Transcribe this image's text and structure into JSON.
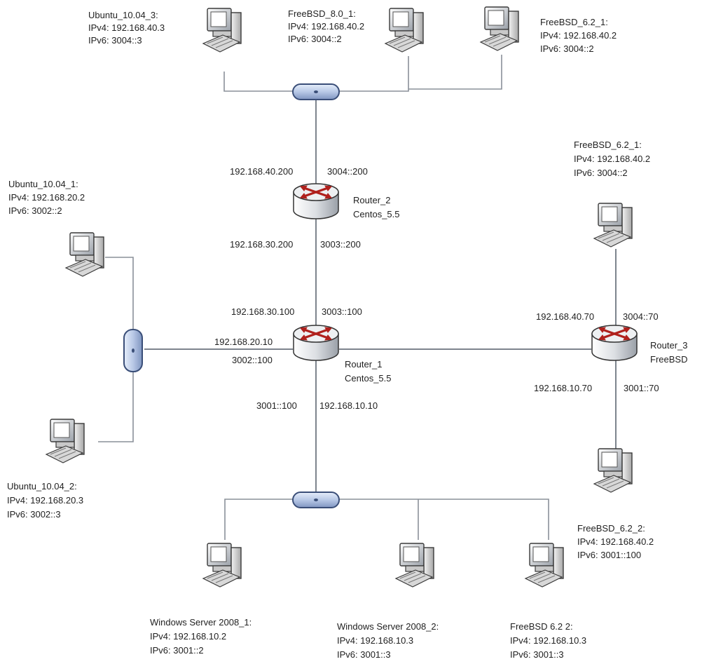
{
  "colors": {
    "background": "#ffffff",
    "link": "#8a9099",
    "hub_fill": "#b8c8e6",
    "hub_stroke": "#3a4e78",
    "router_body": "#d9dce0",
    "router_arrow": "#b0201c",
    "computer": "#d4d4d4",
    "text": "#222222"
  },
  "icons": {
    "computer": "desktop-computer-icon",
    "router": "router-icon",
    "hub": "network-hub-icon"
  },
  "hosts": [
    {
      "id": "host-ubuntu-10-04-3",
      "lines": [
        "Ubuntu_10.04_3:",
        "IPv4: 192.168.40.3",
        "IPv6: 3004::3"
      ]
    },
    {
      "id": "host-freebsd-8-0-1",
      "lines": [
        "FreeBSD_8.0_1:",
        "IPv4: 192.168.40.2",
        "IPv6: 3004::2"
      ]
    },
    {
      "id": "host-freebsd-6-2-1-top",
      "lines": [
        "FreeBSD_6.2_1:",
        "IPv4: 192.168.40.2",
        "IPv6: 3004::2"
      ]
    },
    {
      "id": "host-freebsd-6-2-1-right",
      "lines": [
        "FreeBSD_6.2_1:",
        "IPv4: 192.168.40.2",
        "IPv6: 3004::2"
      ]
    },
    {
      "id": "host-ubuntu-10-04-1",
      "lines": [
        "Ubuntu_10.04_1:",
        "IPv4: 192.168.20.2",
        "IPv6: 3002::2"
      ]
    },
    {
      "id": "host-ubuntu-10-04-2",
      "lines": [
        "Ubuntu_10.04_2:",
        "IPv4: 192.168.20.3",
        "IPv6: 3002::3"
      ]
    },
    {
      "id": "host-freebsd-6-2-2-right",
      "lines": [
        "FreeBSD_6.2_2:",
        "IPv4: 192.168.40.2",
        "IPv6: 3001::100"
      ]
    },
    {
      "id": "host-windows-server-2008-1",
      "lines": [
        "Windows Server 2008_1:",
        "IPv4: 192.168.10.2",
        "IPv6: 3001::2"
      ]
    },
    {
      "id": "host-windows-server-2008-2",
      "lines": [
        "Windows Server 2008_2:",
        "IPv4: 192.168.10.3",
        "IPv6: 3001::3"
      ]
    },
    {
      "id": "host-freebsd-6-2-2-bottom",
      "lines": [
        "FreeBSD 6.2 2:",
        "IPv4: 192.168.10.3",
        "IPv6: 3001::3"
      ]
    }
  ],
  "routers": [
    {
      "id": "router-2",
      "lines": [
        "Router_2",
        "Centos_5.5"
      ]
    },
    {
      "id": "router-1",
      "lines": [
        "Router_1",
        "Centos_5.5"
      ]
    },
    {
      "id": "router-3",
      "lines": [
        "Router_3",
        "FreeBSD"
      ]
    }
  ],
  "interfaces": [
    {
      "id": "r2-ipv4-40",
      "text": "192.168.40.200"
    },
    {
      "id": "r2-ipv6-40",
      "text": "3004::200"
    },
    {
      "id": "r2-ipv4-30",
      "text": "192.168.30.200"
    },
    {
      "id": "r2-ipv6-30",
      "text": "3003::200"
    },
    {
      "id": "r1-ipv4-30",
      "text": "192.168.30.100"
    },
    {
      "id": "r1-ipv6-30",
      "text": "3003::100"
    },
    {
      "id": "r1-ipv4-20",
      "text": "192.168.20.10"
    },
    {
      "id": "r1-ipv6-20",
      "text": "3002::100"
    },
    {
      "id": "r1-ipv6-10",
      "text": "3001::100"
    },
    {
      "id": "r1-ipv4-10",
      "text": "192.168.10.10"
    },
    {
      "id": "r3-ipv4-40",
      "text": "192.168.40.70"
    },
    {
      "id": "r3-ipv6-40",
      "text": "3004::70"
    },
    {
      "id": "r3-ipv4-10",
      "text": "192.168.10.70"
    },
    {
      "id": "r3-ipv6-10",
      "text": "3001::70"
    }
  ]
}
